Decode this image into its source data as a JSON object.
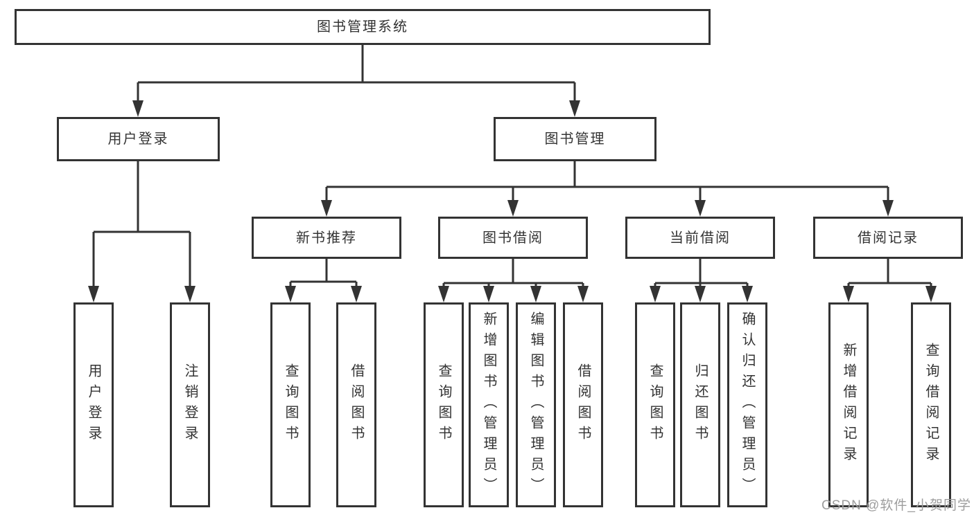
{
  "diagram": {
    "root": {
      "label": "图书管理系统"
    },
    "user_login": {
      "label": "用户登录",
      "children": [
        "用户登录",
        "注销登录"
      ]
    },
    "book_mgmt": {
      "label": "图书管理"
    },
    "modules": [
      {
        "label": "新书推荐",
        "children": [
          "查询图书",
          "借阅图书"
        ]
      },
      {
        "label": "图书借阅",
        "children": [
          "查询图书",
          "新增图书（管理员）",
          "编辑图书（管理员）",
          "借阅图书"
        ]
      },
      {
        "label": "当前借阅",
        "children": [
          "查询图书",
          "归还图书",
          "确认归还（管理员）"
        ]
      },
      {
        "label": "借阅记录",
        "children": [
          "新增借阅记录",
          "查询借阅记录"
        ]
      }
    ],
    "colors": {
      "line": "#333333",
      "text": "#333333",
      "box_background": "#ffffff",
      "watermark": "#9d9d9d",
      "background": "#ffffff"
    }
  },
  "watermark": "CSDN @软件_小贺同学"
}
